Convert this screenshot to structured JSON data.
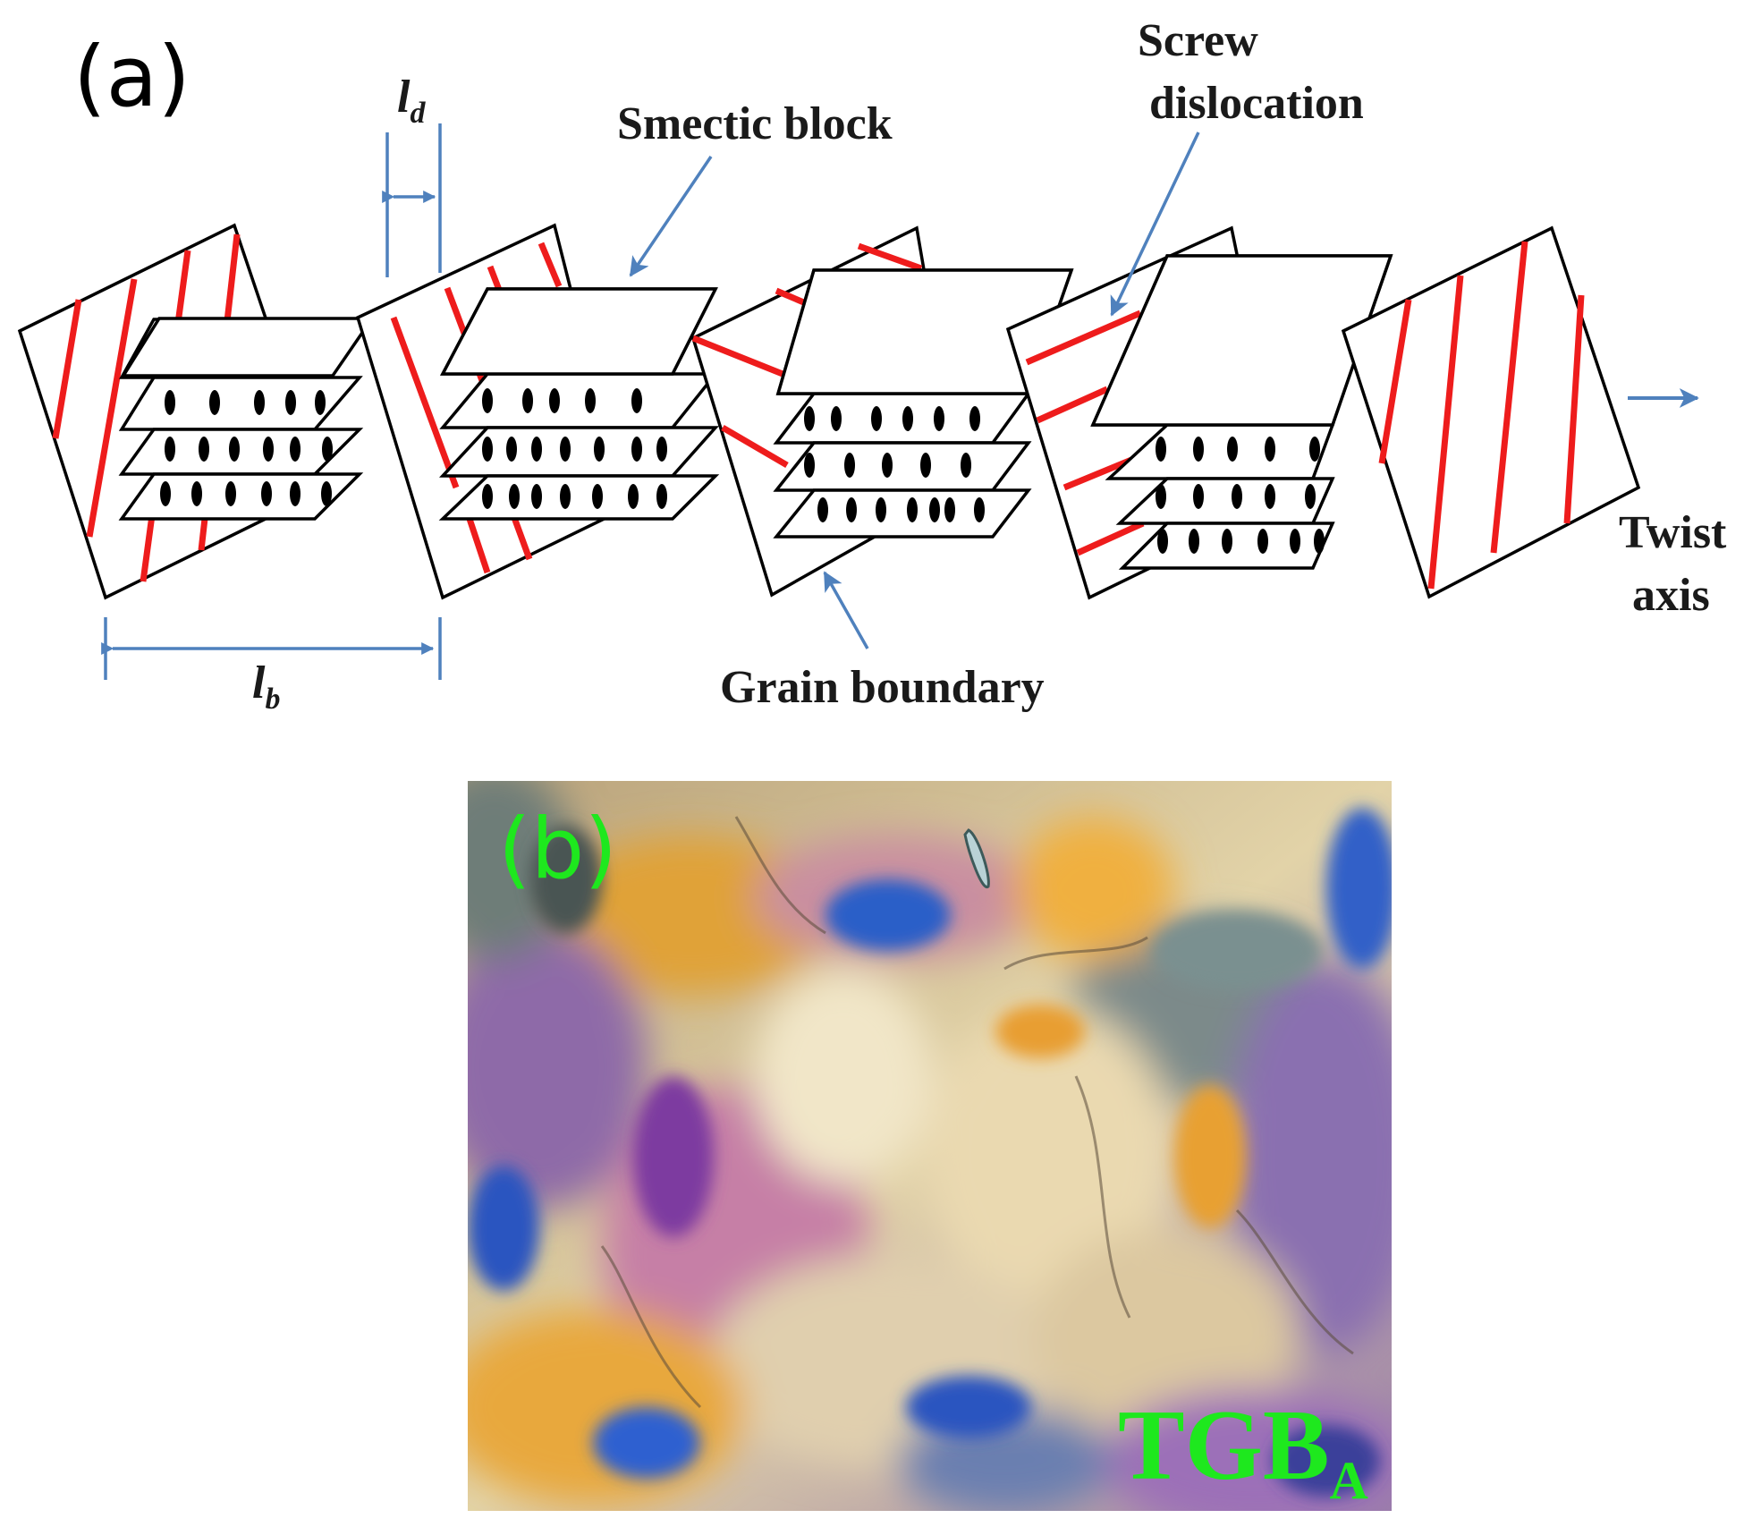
{
  "panel_a": {
    "letter": "(a)",
    "labels": {
      "ld_main": "l",
      "ld_sub": "d",
      "lb_main": "l",
      "lb_sub": "b",
      "smectic_block": "Smectic block",
      "screw_line1": "Screw",
      "screw_line2": "dislocation",
      "grain_boundary": "Grain boundary",
      "twist_line1": "Twist",
      "twist_line2": "axis"
    },
    "colors": {
      "arrow": "#4f81bd",
      "dislocation": "#ee1c1c",
      "outline": "#000000"
    }
  },
  "panel_b": {
    "letter": "(b)",
    "letter_color": "#1ee81e",
    "tag_main": "TGB",
    "tag_sub": "A",
    "tag_color": "#1ee81e"
  }
}
